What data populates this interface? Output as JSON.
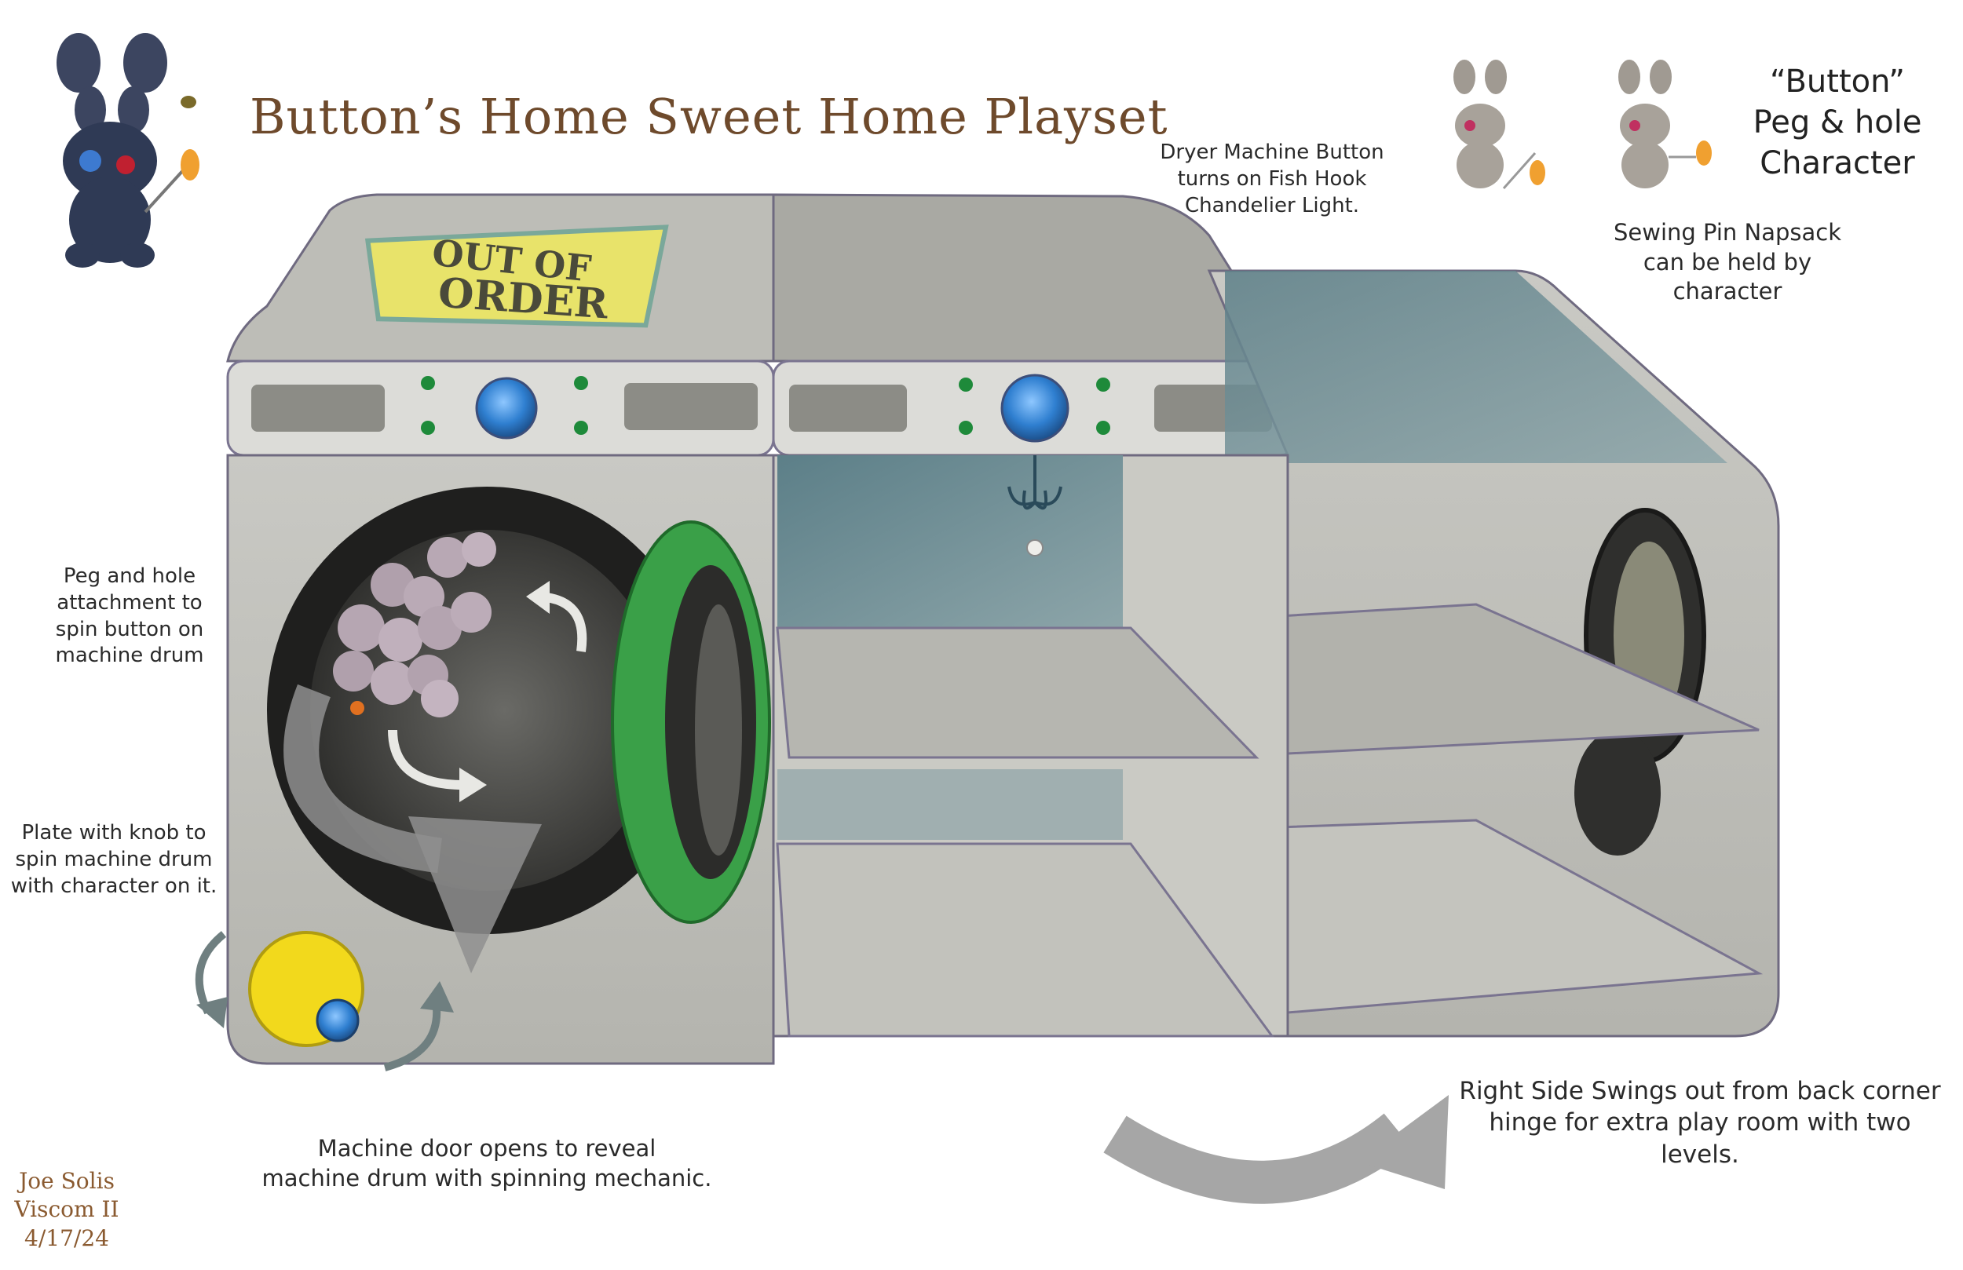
{
  "title": "Button’s Home Sweet Home Playset",
  "notes": {
    "dryer_button": [
      "Dryer Machine Button",
      "turns on Fish Hook",
      "Chandelier Light."
    ],
    "character": [
      "“Button”",
      "Peg & hole",
      "Character"
    ],
    "napsack": [
      "Sewing Pin Napsack",
      "can be held by",
      "character"
    ],
    "peg_hole": [
      "Peg and hole",
      "attachment to",
      "spin button on",
      "machine drum"
    ],
    "plate_knob": [
      "Plate with knob to",
      "spin machine drum",
      "with character on it."
    ],
    "door": [
      "Machine door opens to reveal",
      "machine drum with spinning mechanic."
    ],
    "right_side": [
      "Right Side Swings out from back corner",
      "hinge for extra play room with two levels."
    ]
  },
  "sign_text": [
    "OUT OF",
    "ORDER"
  ],
  "signature": [
    "Joe Solis",
    "Viscom II",
    "4/17/24"
  ],
  "colors": {
    "title": "#6e4a2c",
    "machine_body": "#d9d9d4",
    "machine_shadow": "#9a9a96",
    "door_ring": "#3aa048",
    "knob_blue": "#2f7fd0",
    "plate_yellow": "#f2d91c",
    "sign_yellow": "#e8e36a",
    "teal_wall": "#6f8f96",
    "arrow_gray": "#8f8f8f"
  }
}
